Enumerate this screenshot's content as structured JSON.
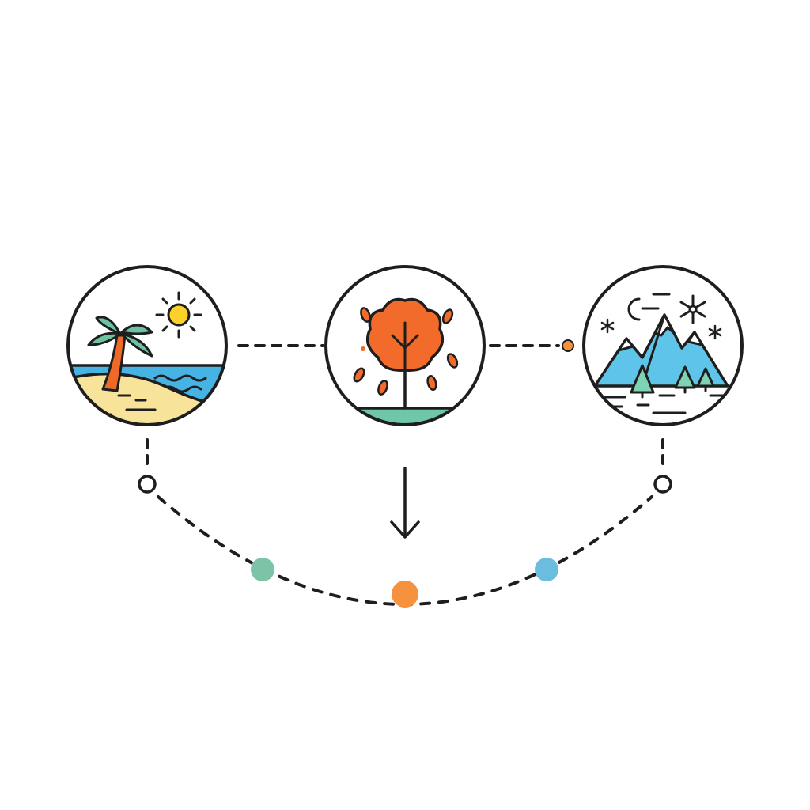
{
  "diagram": {
    "nodes": [
      {
        "id": "summer",
        "icon": "beach-palm-sun-icon"
      },
      {
        "id": "autumn",
        "icon": "autumn-tree-icon"
      },
      {
        "id": "winter",
        "icon": "snowy-mountains-icon"
      }
    ],
    "connectors": [
      {
        "from": "summer",
        "to": "autumn",
        "style": "dashed"
      },
      {
        "from": "autumn",
        "to": "winter",
        "style": "dashed",
        "end_marker": "orange-dot"
      }
    ],
    "cycle_arc": {
      "style": "dashed",
      "markers": [
        {
          "name": "open-circle-left",
          "kind": "hollow"
        },
        {
          "name": "teal-dot",
          "kind": "filled"
        },
        {
          "name": "orange-dot",
          "kind": "filled"
        },
        {
          "name": "blue-dot",
          "kind": "filled"
        },
        {
          "name": "open-circle-right",
          "kind": "hollow"
        }
      ]
    },
    "arrow": {
      "direction": "down",
      "icon": "arrow-down-icon"
    }
  },
  "colors": {
    "stroke": "#1e1e1e",
    "sand": "#f8e39b",
    "sea": "#47b3e2",
    "palm_leaf": "#6cc3a2",
    "trunk": "#f06a27",
    "sun": "#fbd12a",
    "autumn_orange": "#f26b2a",
    "grass": "#6fc6a8",
    "mountain_blue": "#5ec4ea",
    "tree_green": "#7fd3b4",
    "teal": "#7cc3a8",
    "orange": "#f6913d",
    "blue": "#6bbde0"
  }
}
